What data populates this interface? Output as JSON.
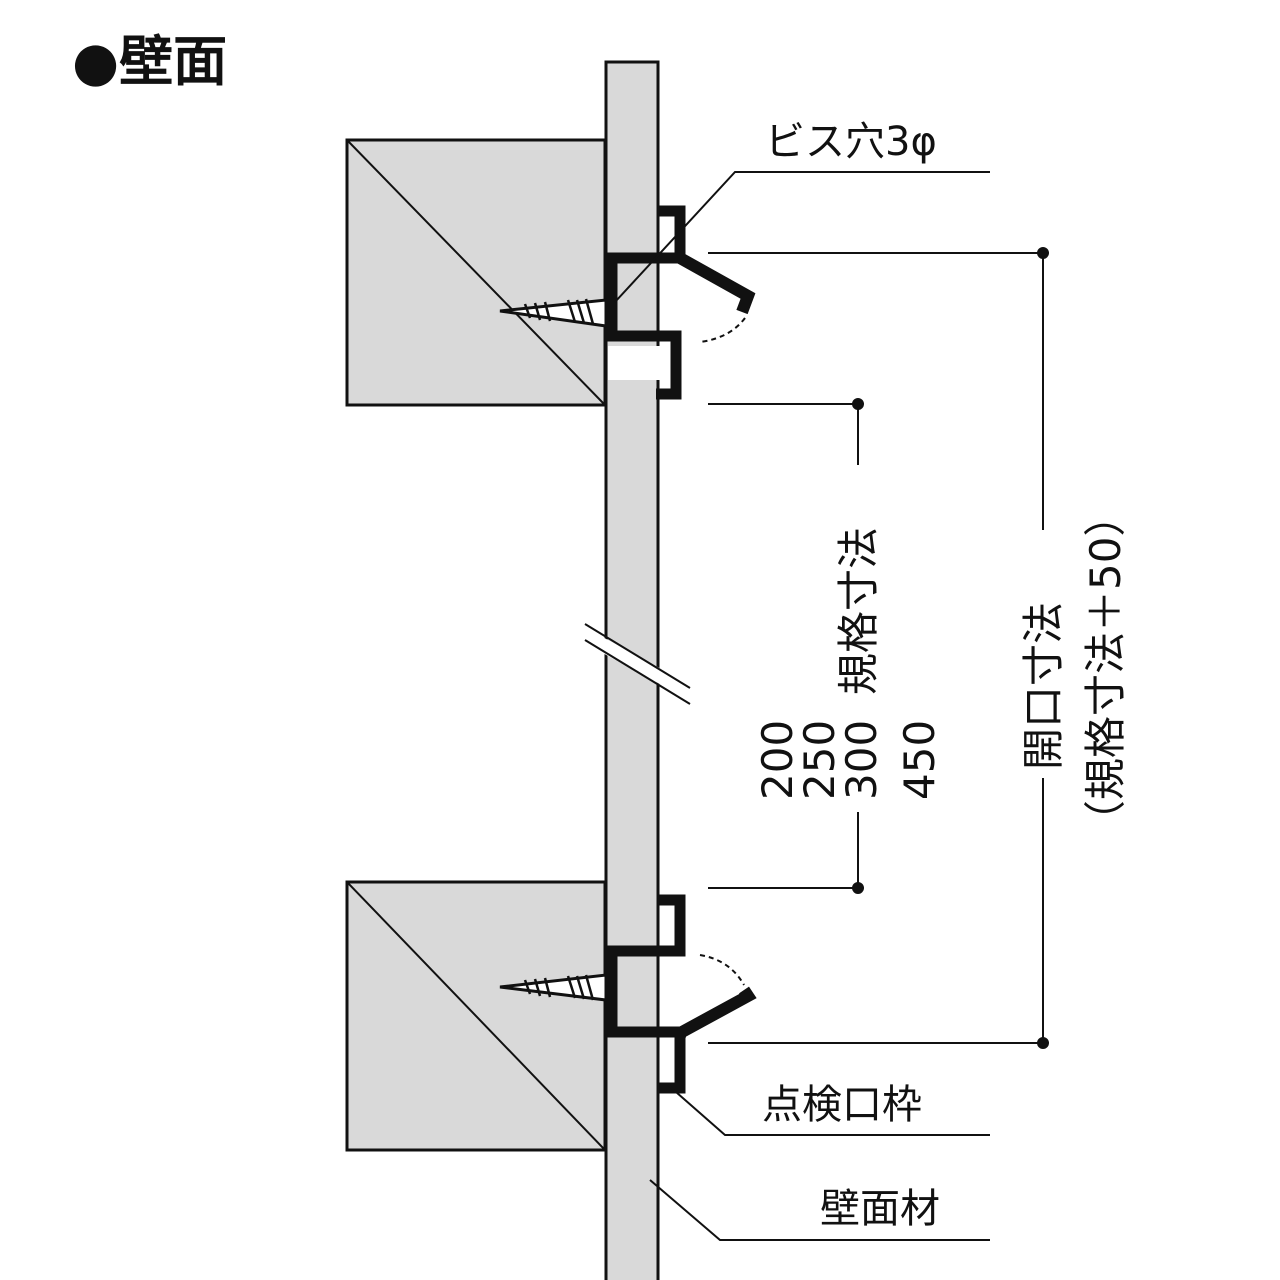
{
  "title": "●壁面",
  "labels": {
    "screw_hole": "ビス穴3φ",
    "standard_size": "規格寸法",
    "size_values": [
      "200",
      "250",
      "300",
      "450"
    ],
    "opening_size": "開口寸法",
    "opening_formula": "（規格寸法＋50）",
    "inspection_frame": "点検口枠",
    "wall_material": "壁面材"
  },
  "colors": {
    "material_fill": "#d9d9d9",
    "line": "#111111"
  }
}
